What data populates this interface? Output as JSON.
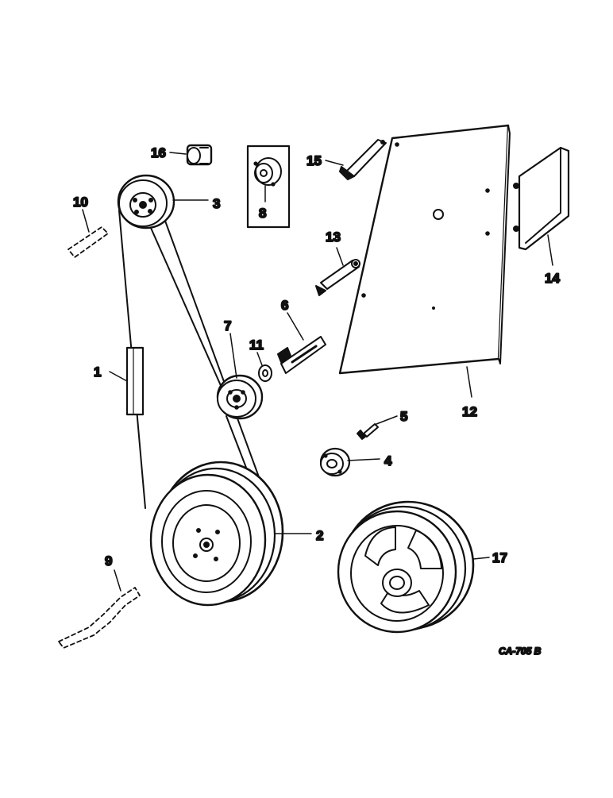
{
  "diagram": {
    "drawing_code": "CA-705 B",
    "callouts": {
      "c1": "1",
      "c2": "2",
      "c3": "3",
      "c4": "4",
      "c5": "5",
      "c6": "6",
      "c7": "7",
      "c8": "8",
      "c9": "9",
      "c10": "10",
      "c11": "11",
      "c12": "12",
      "c13": "13",
      "c14": "14",
      "c15": "15",
      "c16": "16",
      "c17": "17"
    }
  }
}
